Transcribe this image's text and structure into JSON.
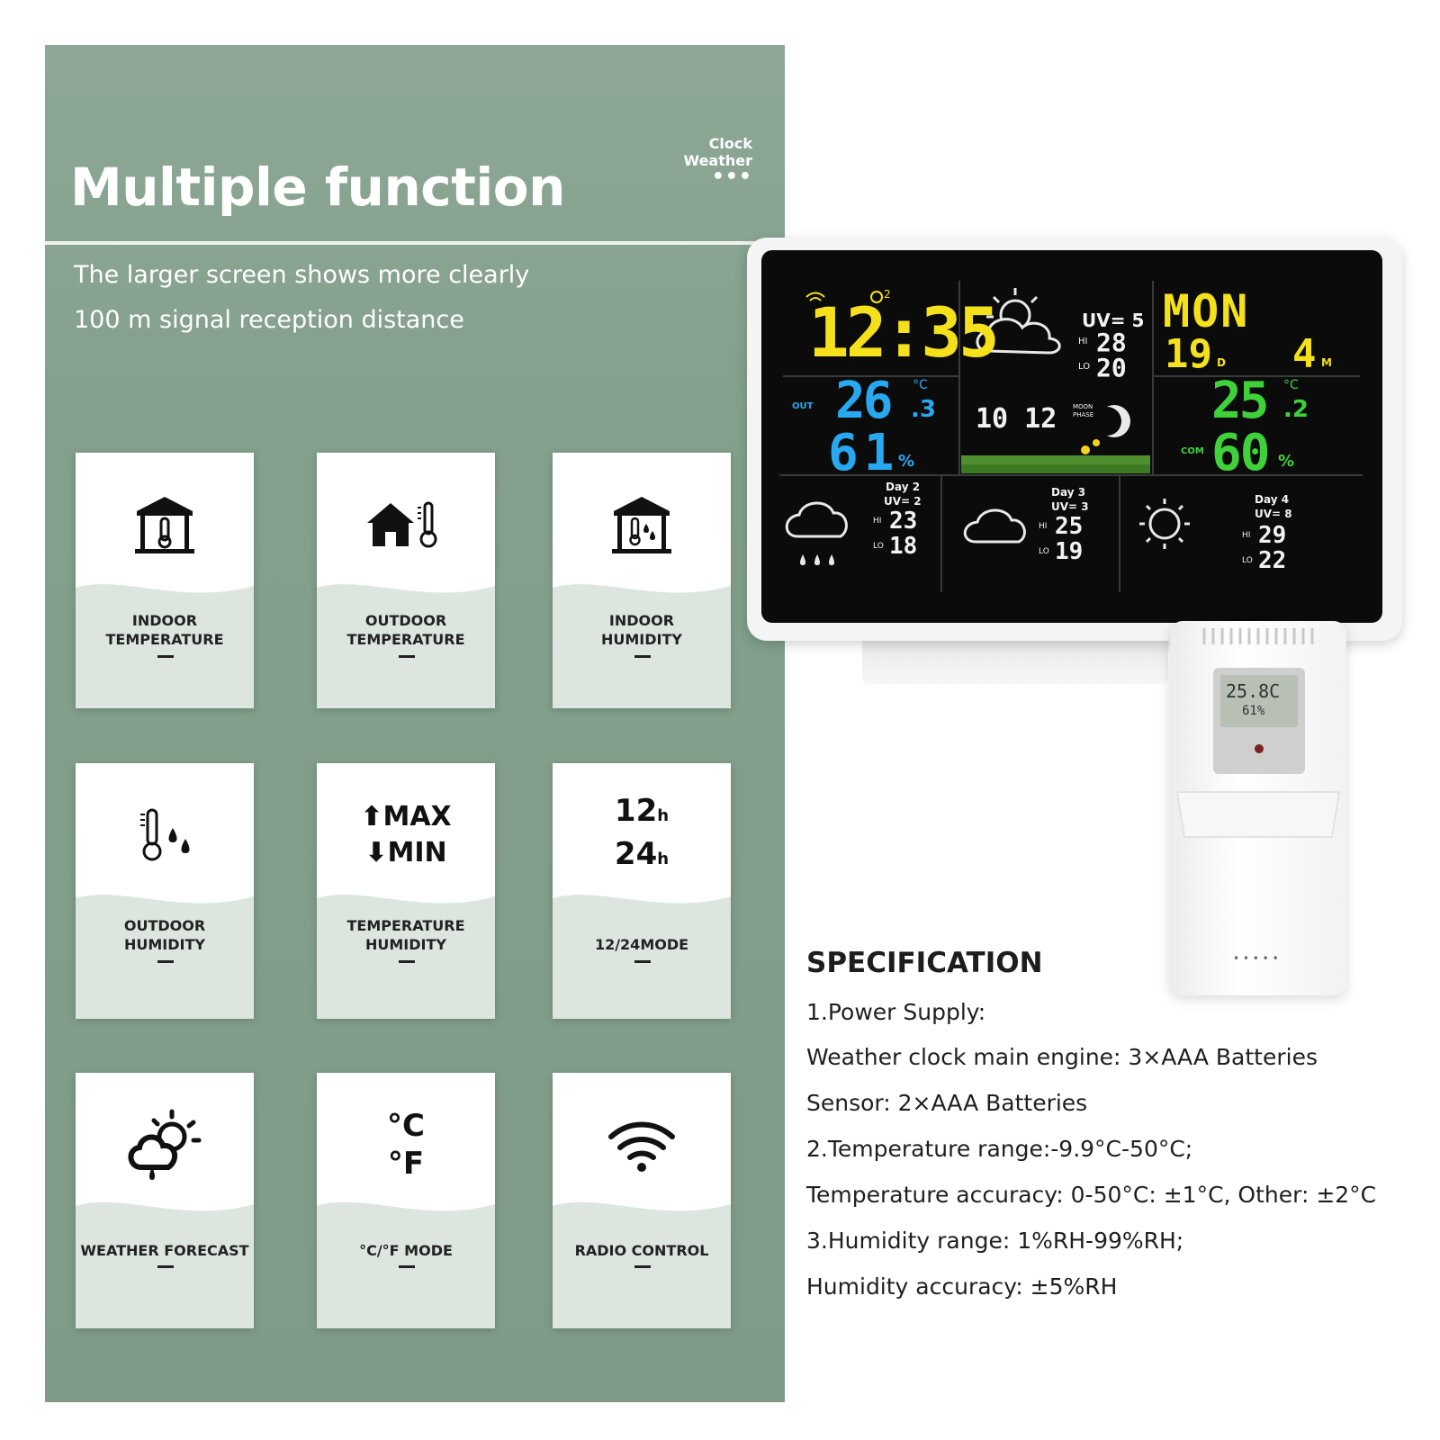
{
  "header": {
    "title": "Multiple function",
    "corner_line1": "Clock",
    "corner_line2": "Weather",
    "corner_dots": "•••"
  },
  "subtitles": [
    "The larger screen shows more clearly",
    "100 m signal reception distance"
  ],
  "features": [
    {
      "label1": "INDOOR",
      "label2": "TEMPERATURE",
      "icon": "indoor-thermometer-icon"
    },
    {
      "label1": "OUTDOOR",
      "label2": "TEMPERATURE",
      "icon": "house-thermometer-icon"
    },
    {
      "label1": "INDOOR",
      "label2": "HUMIDITY",
      "icon": "indoor-humidity-icon"
    },
    {
      "label1": "OUTDOOR",
      "label2": "HUMIDITY",
      "icon": "thermometer-drops-icon"
    },
    {
      "label1": "TEMPERATURE",
      "label2": "HUMIDITY",
      "icon": "max-min-icon",
      "max": "MAX",
      "min": "MIN"
    },
    {
      "label1": "12/24MODE",
      "label2": "",
      "icon": "hour-mode-icon",
      "h12": "12",
      "h24": "24",
      "unit": "h"
    },
    {
      "label1": "WEATHER FORECAST",
      "label2": "",
      "icon": "sun-cloud-rain-icon"
    },
    {
      "label1": "°C/°F MODE",
      "label2": "",
      "icon": "celsius-fahrenheit-icon",
      "c": "°C",
      "f": "°F"
    },
    {
      "label1": "RADIO CONTROL",
      "label2": "",
      "icon": "wifi-signal-icon"
    }
  ],
  "display": {
    "time": "12:35",
    "alarm": "2",
    "out_temp": "26",
    "out_temp_dec": ".3",
    "out_unit": "°C",
    "out_hum": "61",
    "pct": "%",
    "out_label": "OUT",
    "uv_now": "UV= 5",
    "hi_now": "28",
    "lo_now": "20",
    "hi": "HI",
    "lo": "LO",
    "clock_small": "10 12",
    "moon_label": "MOON PHASE",
    "day": "MON",
    "date_d": "19",
    "date_d_unit": "D",
    "date_m": "4",
    "date_m_unit": "M",
    "in_temp": "25",
    "in_temp_dec": ".2",
    "in_hum": "60",
    "com_label": "COM",
    "forecast": [
      {
        "day": "Day 2",
        "uv": "UV= 2",
        "hi": "23",
        "lo": "18"
      },
      {
        "day": "Day 3",
        "uv": "UV= 3",
        "hi": "25",
        "lo": "19"
      },
      {
        "day": "Day 4",
        "uv": "UV= 8",
        "hi": "29",
        "lo": "22"
      }
    ],
    "colors": {
      "yellow": "#f5e11b",
      "blue": "#28a8f0",
      "green": "#3fd13a",
      "white": "#f2f2f2"
    }
  },
  "sensor": {
    "temp": "25.8C",
    "hum": "61%",
    "dots": "• • • • •"
  },
  "spec": {
    "title": "SPECIFICATION",
    "lines": [
      "1.Power Supply:",
      "Weather clock main engine: 3×AAA Batteries",
      "Sensor: 2×AAA Batteries",
      "2.Temperature range:-9.9°C-50°C;",
      "Temperature accuracy: 0-50°C: ±1°C, Other: ±2°C",
      "3.Humidity range: 1%RH-99%RH;",
      "Humidity accuracy: ±5%RH"
    ]
  }
}
